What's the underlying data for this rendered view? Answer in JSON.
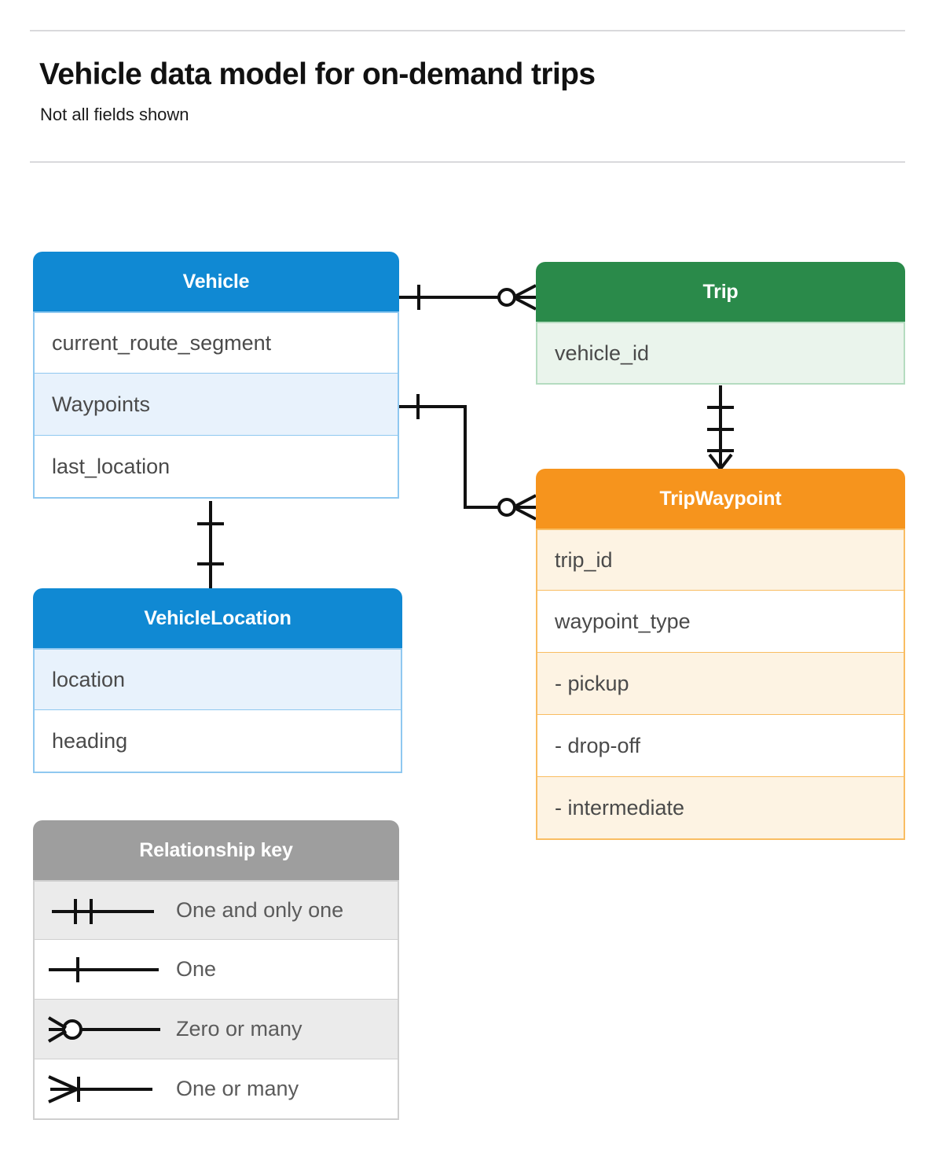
{
  "header": {
    "title": "Vehicle data model for on-demand trips",
    "subtitle": "Not all fields shown"
  },
  "colors": {
    "vehicle_header": "#1089d3",
    "vehicle_row_alt": "#e8f2fc",
    "trip_header": "#2a8a4a",
    "trip_row_alt": "#eaf4ec",
    "tripwaypoint_header": "#f6941d",
    "tripwaypoint_row_alt": "#fdf3e3",
    "legend_header": "#9e9e9e",
    "legend_row_alt": "#ebebeb",
    "connector": "#111111",
    "divider": "#d9d9dc"
  },
  "entities": {
    "vehicle": {
      "name": "Vehicle",
      "fields": [
        "current_route_segment",
        "Waypoints",
        "last_location"
      ]
    },
    "trip": {
      "name": "Trip",
      "fields": [
        "vehicle_id"
      ]
    },
    "tripwaypoint": {
      "name": "TripWaypoint",
      "fields": [
        "trip_id",
        "waypoint_type",
        "  -  pickup",
        "  -  drop-off",
        "  -  intermediate"
      ]
    },
    "vehiclelocation": {
      "name": "VehicleLocation",
      "fields": [
        "location",
        "heading"
      ]
    }
  },
  "legend": {
    "title": "Relationship key",
    "items": [
      {
        "symbol": "one-and-only-one",
        "label": "One and only one"
      },
      {
        "symbol": "one",
        "label": "One"
      },
      {
        "symbol": "zero-or-many",
        "label": "Zero or many"
      },
      {
        "symbol": "one-or-many",
        "label": "One or many"
      }
    ]
  },
  "relationships": [
    {
      "from": "Vehicle",
      "to": "Trip",
      "from_cardinality": "One",
      "to_cardinality": "Zero or many",
      "via_field": "Vehicle"
    },
    {
      "from": "Vehicle.Waypoints",
      "to": "TripWaypoint",
      "from_cardinality": "One",
      "to_cardinality": "Zero or many",
      "via_field": "Waypoints"
    },
    {
      "from": "Trip",
      "to": "TripWaypoint",
      "from_cardinality": "One and only one",
      "to_cardinality": "One or many",
      "via_field": "vehicle_id"
    },
    {
      "from": "Vehicle",
      "to": "VehicleLocation",
      "from_cardinality": "One and only one",
      "to_cardinality": "One and only one",
      "via_field": "last_location"
    }
  ]
}
